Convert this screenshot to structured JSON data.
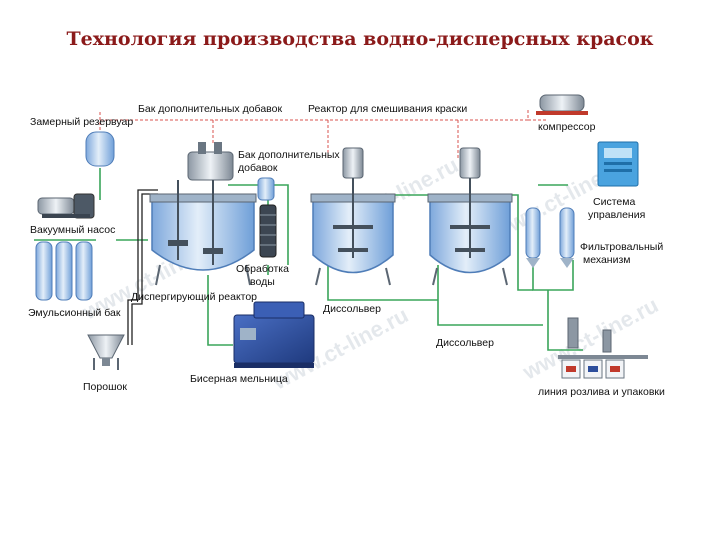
{
  "title": "Технология производства водно-дисперсных красок",
  "watermark": "www.ct-line.ru",
  "labels": {
    "measuring_tank": "Замерный резервуар",
    "additives_tank_top": "Бак дополнительных добавок",
    "mixing_reactor": "Реактор для смешивания краски",
    "compressor": "компрессор",
    "additives_tank_side_1": "Бак дополнительных",
    "additives_tank_side_2": "добавок",
    "vacuum_pump": "Вакуумный насос",
    "control_system_1": "Система",
    "control_system_2": "управления",
    "water_treatment_1": "Обработка",
    "water_treatment_2": "воды",
    "filter_1": "Фильтровальный",
    "filter_2": "механизм",
    "dispersing_reactor": "Диспергирующий реактор",
    "emulsion_tank": "Эмульсионный бак",
    "dissolver_1": "Диссольвер",
    "dissolver_2": "Диссольвер",
    "powder": "Порошок",
    "bead_mill": "Бисерная мельница",
    "filling_line": "линия розлива и упаковки"
  },
  "colors": {
    "title": "#8b1a1a",
    "pipe_green": "#3aa55a",
    "pipe_red": "#d9534f",
    "pipe_black": "#222222",
    "vessel_blue": "#6f9fd8",
    "vessel_light": "#cfe0f4",
    "machine_blue": "#2d4e9c"
  }
}
